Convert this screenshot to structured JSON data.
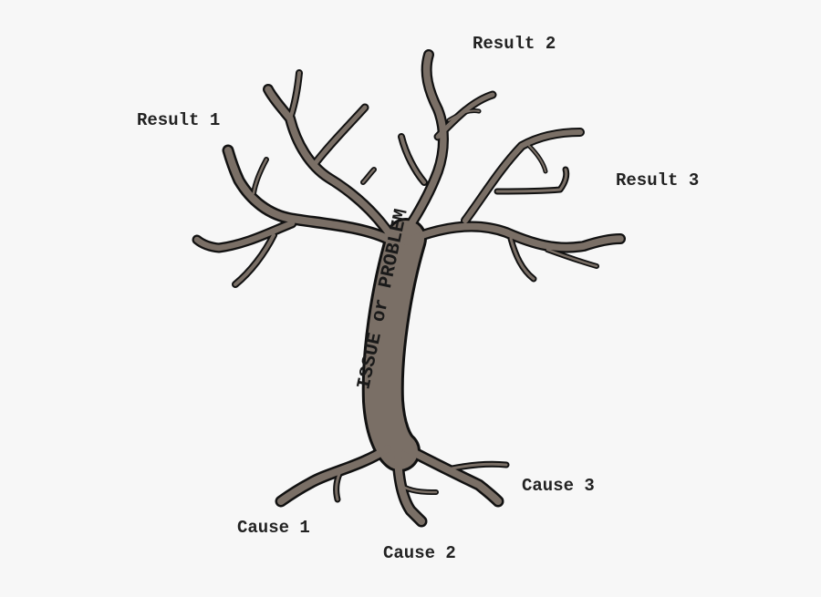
{
  "diagram": {
    "trunk_label": "ISSUE or PROBLEM",
    "results": [
      {
        "label": "Result 1"
      },
      {
        "label": "Result 2"
      },
      {
        "label": "Result 3"
      }
    ],
    "causes": [
      {
        "label": "Cause 1"
      },
      {
        "label": "Cause 2"
      },
      {
        "label": "Cause 3"
      }
    ],
    "colors": {
      "background": "#f7f7f7",
      "tree_fill": "#7a6f66",
      "tree_outline": "#111111",
      "text": "#222222"
    }
  }
}
